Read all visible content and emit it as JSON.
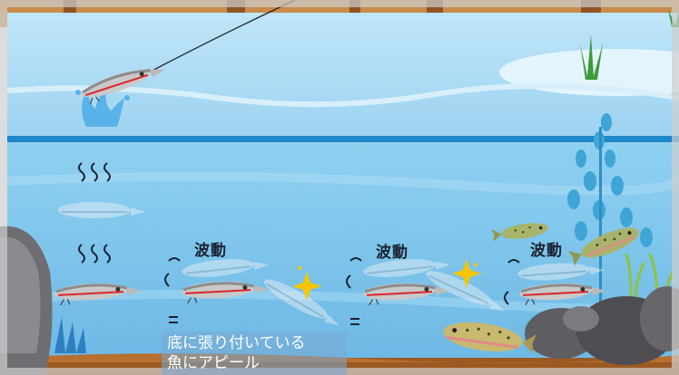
{
  "labels": {
    "wave_1": "波動",
    "wave_2": "波動",
    "wave_3": "波動"
  },
  "caption": {
    "line_1": "底に張り付いている",
    "line_2": "魚にアピール"
  },
  "colors": {
    "sky_water": "#a9d8f3",
    "deep_water": "#7ec3ea",
    "bank": "#b86f2f",
    "rock": "#6e6e72",
    "weed": "#3fa5d6",
    "sparkle": "#f7c600"
  },
  "icons": [
    "lure-icon",
    "fishing-line-icon",
    "splash-icon",
    "ripple-icon",
    "sparkle-icon",
    "trout-icon",
    "seaweed-icon",
    "rock-icon",
    "grass-icon"
  ]
}
